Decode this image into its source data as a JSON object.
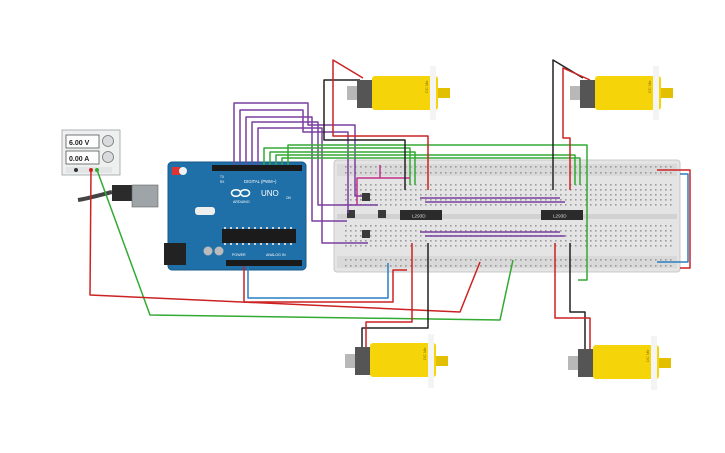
{
  "power_supply": {
    "voltage": "6.00 V",
    "current": "0.00 A"
  },
  "arduino": {
    "logo": "UNO",
    "brand": "ARDUINO",
    "digital_label": "DIGITAL (PWM~)",
    "power_label": "POWER",
    "analog_label": "ANALOG IN",
    "tx_label": "TX",
    "rx_label": "RX",
    "on_label": "ON"
  },
  "breadboard": {
    "chips": [
      "L293D",
      "L293D"
    ]
  },
  "motors": [
    {
      "label": "DC Mtr"
    },
    {
      "label": "DC Mtr"
    },
    {
      "label": "DC Mtr"
    },
    {
      "label": "DC Mtr"
    }
  ],
  "colors": {
    "wire_black": "#222222",
    "wire_red": "#cc2222",
    "wire_green": "#33aa33",
    "wire_purple": "#7a3fa0",
    "wire_blue": "#2a7fc0",
    "wire_magenta": "#c0308a",
    "arduino_blue": "#1f6fa8",
    "motor_yellow": "#f5d40a"
  }
}
